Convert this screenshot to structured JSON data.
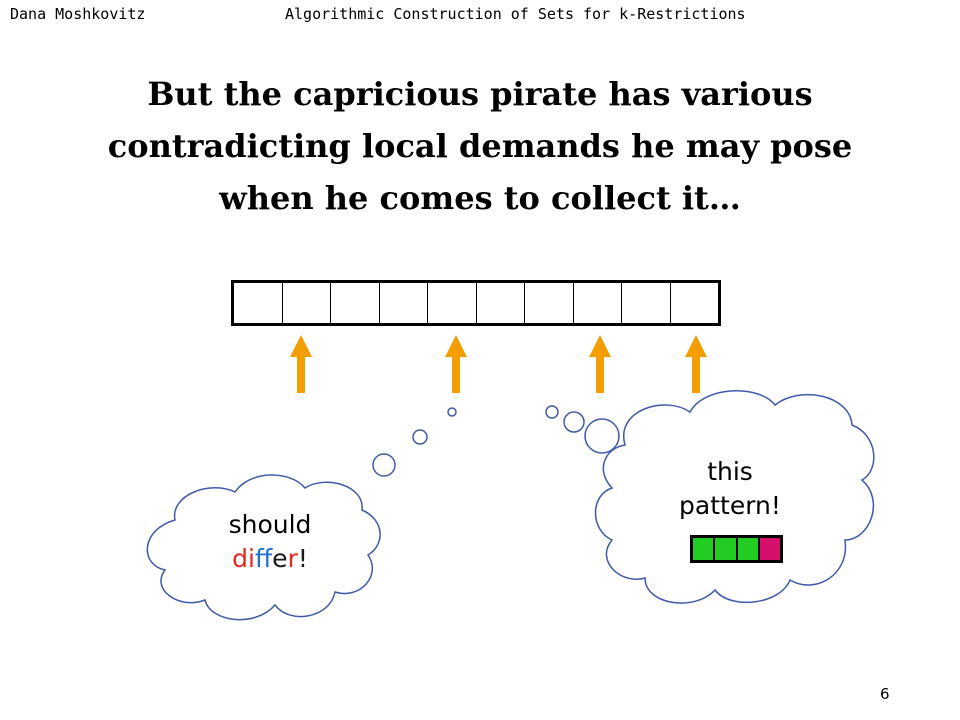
{
  "header": {
    "author": "Dana Moshkovitz",
    "title": "Algorithmic Construction of Sets for k-Restrictions"
  },
  "slide": {
    "title_lines": [
      "But the capricious pirate has various",
      "contradicting local demands he may pose",
      "when he comes to collect it…"
    ],
    "page_number": "6"
  },
  "left_cloud": {
    "line1": "should",
    "word_letters": [
      {
        "char": "d",
        "color": "#e8281e"
      },
      {
        "char": "i",
        "color": "#e8281e"
      },
      {
        "char": "f",
        "color": "#1b6fd6"
      },
      {
        "char": "f",
        "color": "#e8a314"
      },
      {
        "char": "e",
        "color": "#1a1a1a"
      },
      {
        "char": "r",
        "color": "#e8281e"
      },
      {
        "char": "!",
        "color": "#1a1a1a"
      }
    ]
  },
  "right_cloud": {
    "line1": "this",
    "line2": "pattern!",
    "pattern_colors": [
      "#22cc22",
      "#22cc22",
      "#22cc22",
      "#d6106a"
    ]
  },
  "colors": {
    "arrow": "#f29d00",
    "cloud_fill": "#ffffff",
    "cloud_stroke": "#3f5aa8"
  }
}
